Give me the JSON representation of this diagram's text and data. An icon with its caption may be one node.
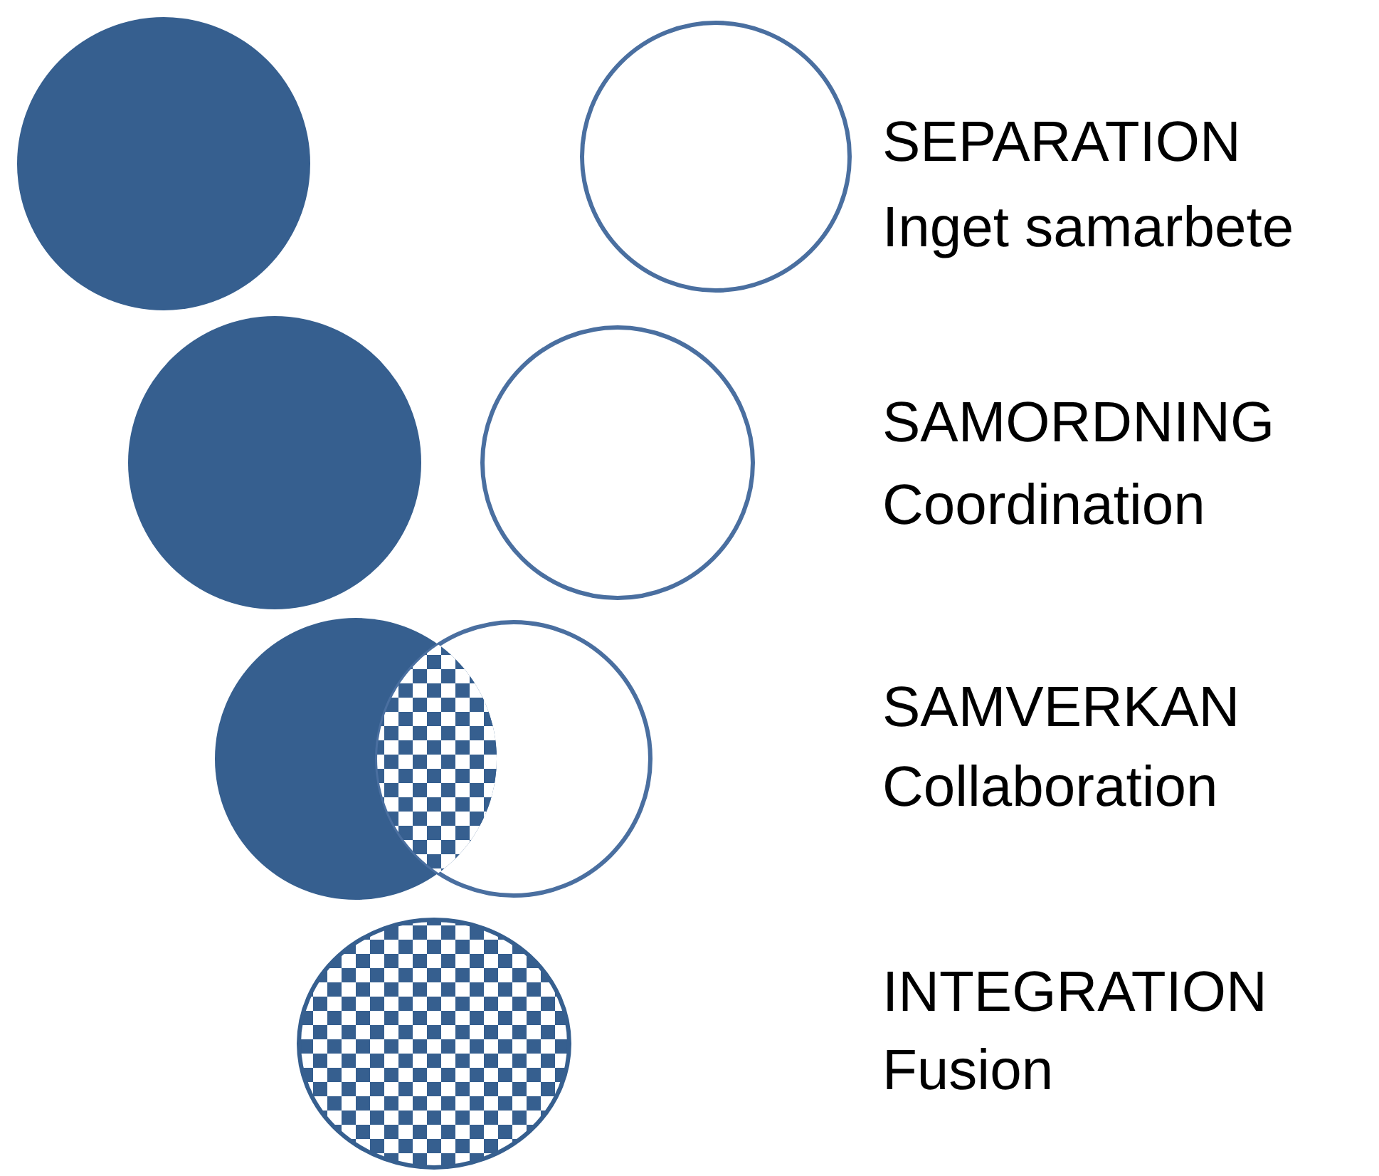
{
  "diagram": {
    "labels": [
      "SEPARATION",
      "Inget samarbete",
      "SAMORDNING",
      "Coordination",
      "SAMVERKAN",
      "Collaboration",
      "INTEGRATION",
      "Fusion"
    ]
  }
}
